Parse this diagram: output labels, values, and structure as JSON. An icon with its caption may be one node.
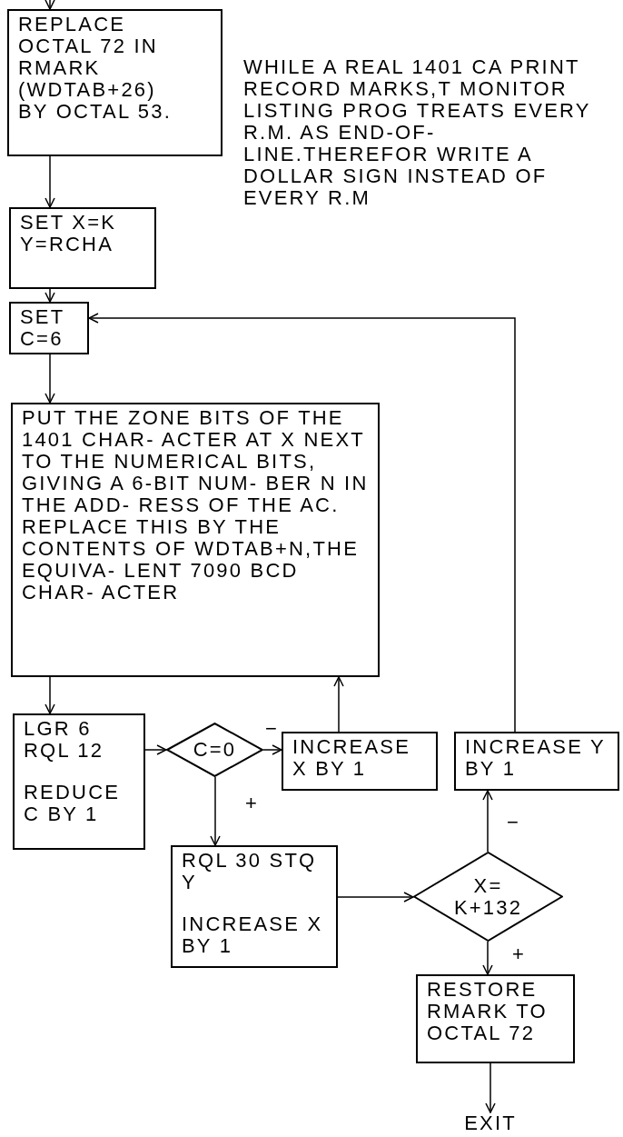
{
  "diagram": {
    "nodes": [
      {
        "text": [
          "REPLACE OCTAL 72 IN RMARK (WDTAB+26) BY OCTAL 53."
        ]
      },
      {
        "text": [
          "SET X=K Y=RCHA"
        ]
      },
      {
        "text": [
          "SET C=6"
        ]
      },
      {
        "text": [
          "PUT THE ZONE BITS OF THE 1401 CHAR- ACTER AT X NEXT TO THE NUMERICAL BITS, GIVING A 6-BIT NUM- BER N IN THE ADD- RESS OF THE AC. REPLACE THIS BY THE CONTENTS OF WDTAB+N,THE EQUIVA- LENT 7090 BCD CHAR- ACTER"
        ]
      },
      {
        "text": [
          "LGR 6 RQL 12",
          "REDUCE C BY 1"
        ]
      },
      {
        "text": [
          "C=0"
        ]
      },
      {
        "text": [
          "INCREASE X BY 1"
        ]
      },
      {
        "text": [
          "INCREASE Y BY 1"
        ]
      },
      {
        "text": [
          "RQL 30 STQ Y",
          "INCREASE X BY 1"
        ]
      },
      {
        "text": [
          "X= K+132"
        ]
      },
      {
        "text": [
          "RESTORE RMARK TO OCTAL 72"
        ]
      },
      {
        "text": [
          "EXIT"
        ]
      }
    ],
    "edges": [
      {
        "from": null,
        "to": 0,
        "arrow": "to"
      },
      {
        "from": 0,
        "to": 1,
        "arrow": "to"
      },
      {
        "from": 1,
        "to": 2,
        "arrow": "to"
      },
      {
        "from": 2,
        "to": 3,
        "arrow": "to"
      },
      {
        "from": 3,
        "to": 4,
        "arrow": "to"
      },
      {
        "from": 4,
        "to": 5,
        "arrow": "to"
      },
      {
        "from": 5,
        "to": 6,
        "arrow": "to",
        "label": "−"
      },
      {
        "from": 6,
        "to": 3,
        "arrow": "to"
      },
      {
        "from": 5,
        "to": 8,
        "arrow": "to",
        "label": "+"
      },
      {
        "from": 8,
        "to": 9,
        "arrow": "to"
      },
      {
        "from": 9,
        "to": 7,
        "arrow": "to",
        "label": "−"
      },
      {
        "from": 7,
        "to": 2,
        "arrow": "to"
      },
      {
        "from": 9,
        "to": 10,
        "arrow": "to",
        "label": "+"
      },
      {
        "from": 10,
        "to": 11,
        "arrow": "to"
      }
    ],
    "labels": [
      "WHILE A REAL 1401 CA PRINT RECORD MARKS,T MONITOR LISTING PROG TREATS EVERY R.M. AS END-OF-LINE.THEREFOR WRITE A DOLLAR SIGN INSTEAD OF EVERY R.M"
    ]
  }
}
